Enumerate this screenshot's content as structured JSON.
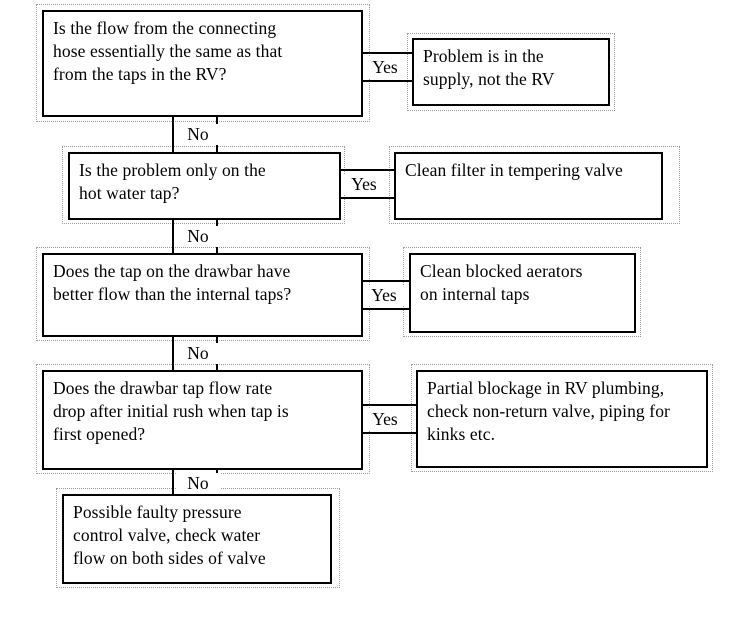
{
  "diagram": {
    "title": "RV water flow troubleshooting flowchart",
    "type": "flowchart",
    "background_color": "#ffffff",
    "line_color": "#000000",
    "halo_color": "#9a9a9a"
  },
  "nodes": [
    {
      "id": "q1",
      "kind": "decision",
      "text": "Is the flow from the connecting\nhose essentially the same as that\nfrom the taps in the RV?"
    },
    {
      "id": "a1",
      "kind": "terminal",
      "text": "Problem is in the\nsupply, not the RV"
    },
    {
      "id": "q2",
      "kind": "decision",
      "text": "Is the problem only on the\nhot water tap?"
    },
    {
      "id": "a2",
      "kind": "terminal",
      "text": "Clean filter in tempering valve"
    },
    {
      "id": "q3",
      "kind": "decision",
      "text": "Does the tap on the drawbar have\nbetter flow than the internal taps?"
    },
    {
      "id": "a3",
      "kind": "terminal",
      "text": "Clean blocked aerators\non internal taps"
    },
    {
      "id": "q4",
      "kind": "decision",
      "text": "Does the drawbar tap flow rate\ndrop after initial rush when tap is\nfirst opened?"
    },
    {
      "id": "a4",
      "kind": "terminal",
      "text": "Partial blockage in RV plumbing,\ncheck non-return valve, piping for\nkinks etc."
    },
    {
      "id": "a5",
      "kind": "terminal",
      "text": "Possible faulty pressure\ncontrol valve, check water\nflow on both sides of valve"
    }
  ],
  "edges": [
    {
      "id": "e-q1-a1",
      "from": "q1",
      "to": "a1",
      "label": "Yes"
    },
    {
      "id": "e-q1-q2",
      "from": "q1",
      "to": "q2",
      "label": "No"
    },
    {
      "id": "e-q2-a2",
      "from": "q2",
      "to": "a2",
      "label": "Yes"
    },
    {
      "id": "e-q2-q3",
      "from": "q2",
      "to": "q3",
      "label": "No"
    },
    {
      "id": "e-q3-a3",
      "from": "q3",
      "to": "a3",
      "label": "Yes"
    },
    {
      "id": "e-q3-q4",
      "from": "q3",
      "to": "q4",
      "label": "No"
    },
    {
      "id": "e-q4-a4",
      "from": "q4",
      "to": "a4",
      "label": "Yes"
    },
    {
      "id": "e-q4-a5",
      "from": "q4",
      "to": "a5",
      "label": "No"
    }
  ]
}
